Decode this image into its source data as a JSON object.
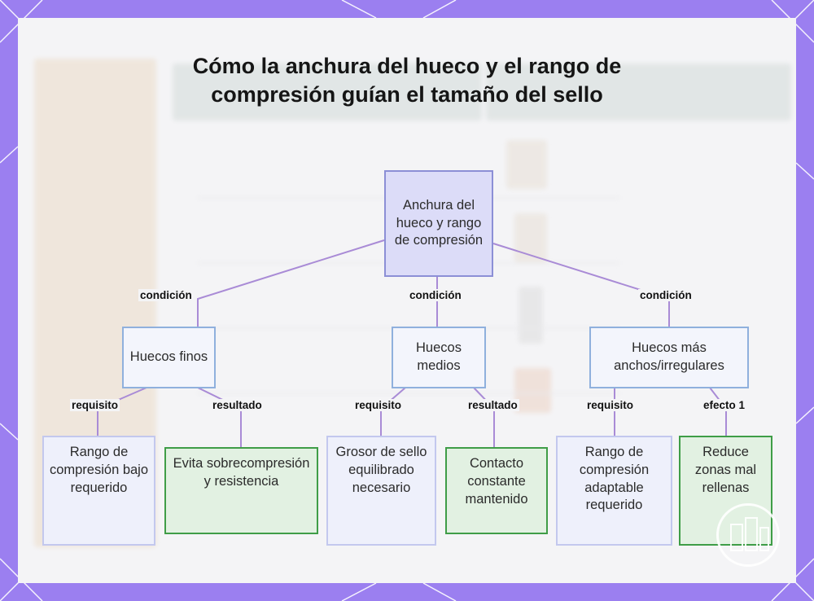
{
  "diagram": {
    "title": "Cómo la anchura del hueco y el rango de compresión guían el tamaño del sello",
    "root": {
      "label": "Anchura del hueco y rango de compresión"
    },
    "branches": [
      {
        "edge_label": "condición",
        "node": "Huecos finos",
        "children": [
          {
            "edge_label": "requisito",
            "node": "Rango de compresión bajo requerido"
          },
          {
            "edge_label": "resultado",
            "node": "Evita sobrecompresión y resistencia"
          }
        ]
      },
      {
        "edge_label": "condición",
        "node": "Huecos medios",
        "children": [
          {
            "edge_label": "requisito",
            "node": "Grosor de sello equilibrado necesario"
          },
          {
            "edge_label": "resultado",
            "node": "Contacto constante mantenido"
          }
        ]
      },
      {
        "edge_label": "condición",
        "node": "Huecos más anchos/irregulares",
        "children": [
          {
            "edge_label": "requisito",
            "node": "Rango de compresión adaptable requerido"
          },
          {
            "edge_label": "efecto 1",
            "node": "Reduce zonas mal rellenas"
          }
        ]
      }
    ]
  },
  "colors": {
    "frame": "#9b7ff0",
    "edge": "#a98bd6",
    "root_fill": "#dcdcf8",
    "green_border": "#3f9d47"
  }
}
